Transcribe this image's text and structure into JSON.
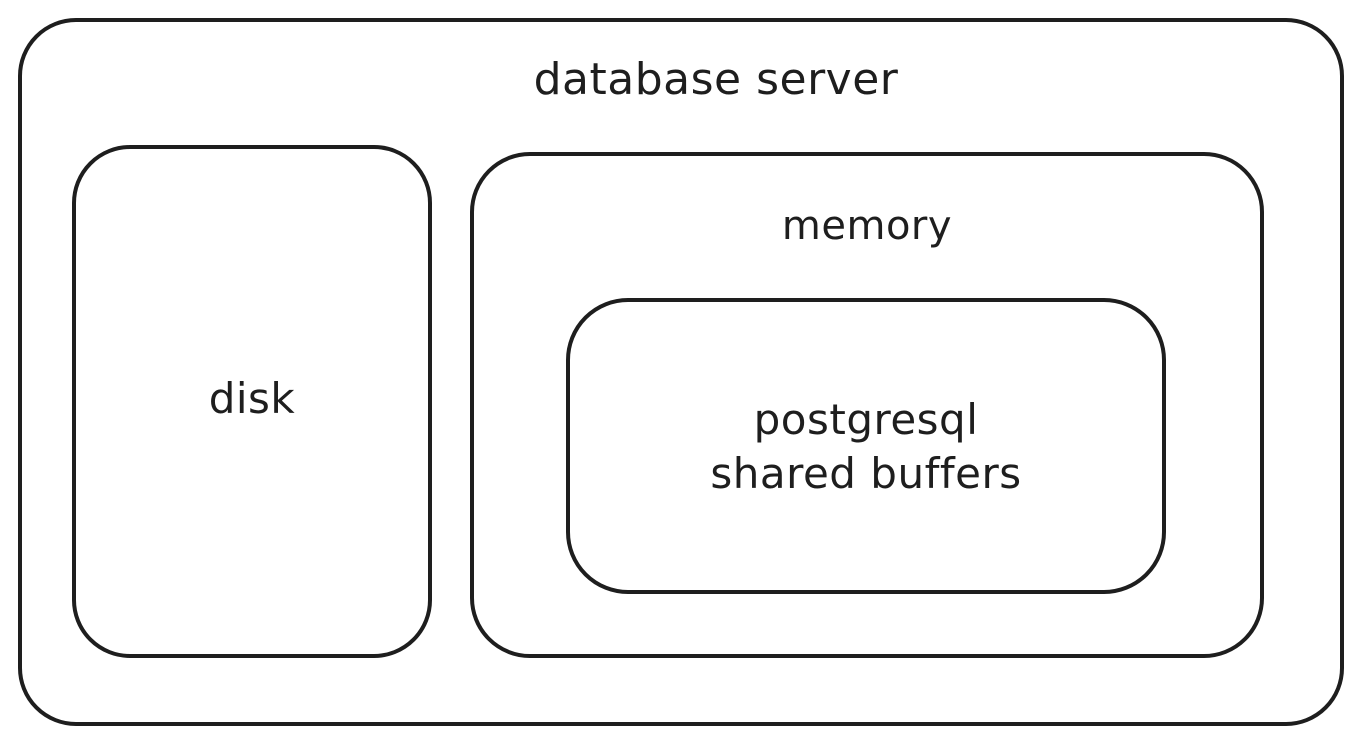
{
  "diagram": {
    "server": {
      "label": "database server"
    },
    "disk": {
      "label": "disk"
    },
    "memory": {
      "label": "memory"
    },
    "shared_buffers": {
      "line1": "postgresql",
      "line2": "shared buffers"
    }
  },
  "colors": {
    "stroke": "#1e1e1e",
    "background": "#ffffff"
  }
}
